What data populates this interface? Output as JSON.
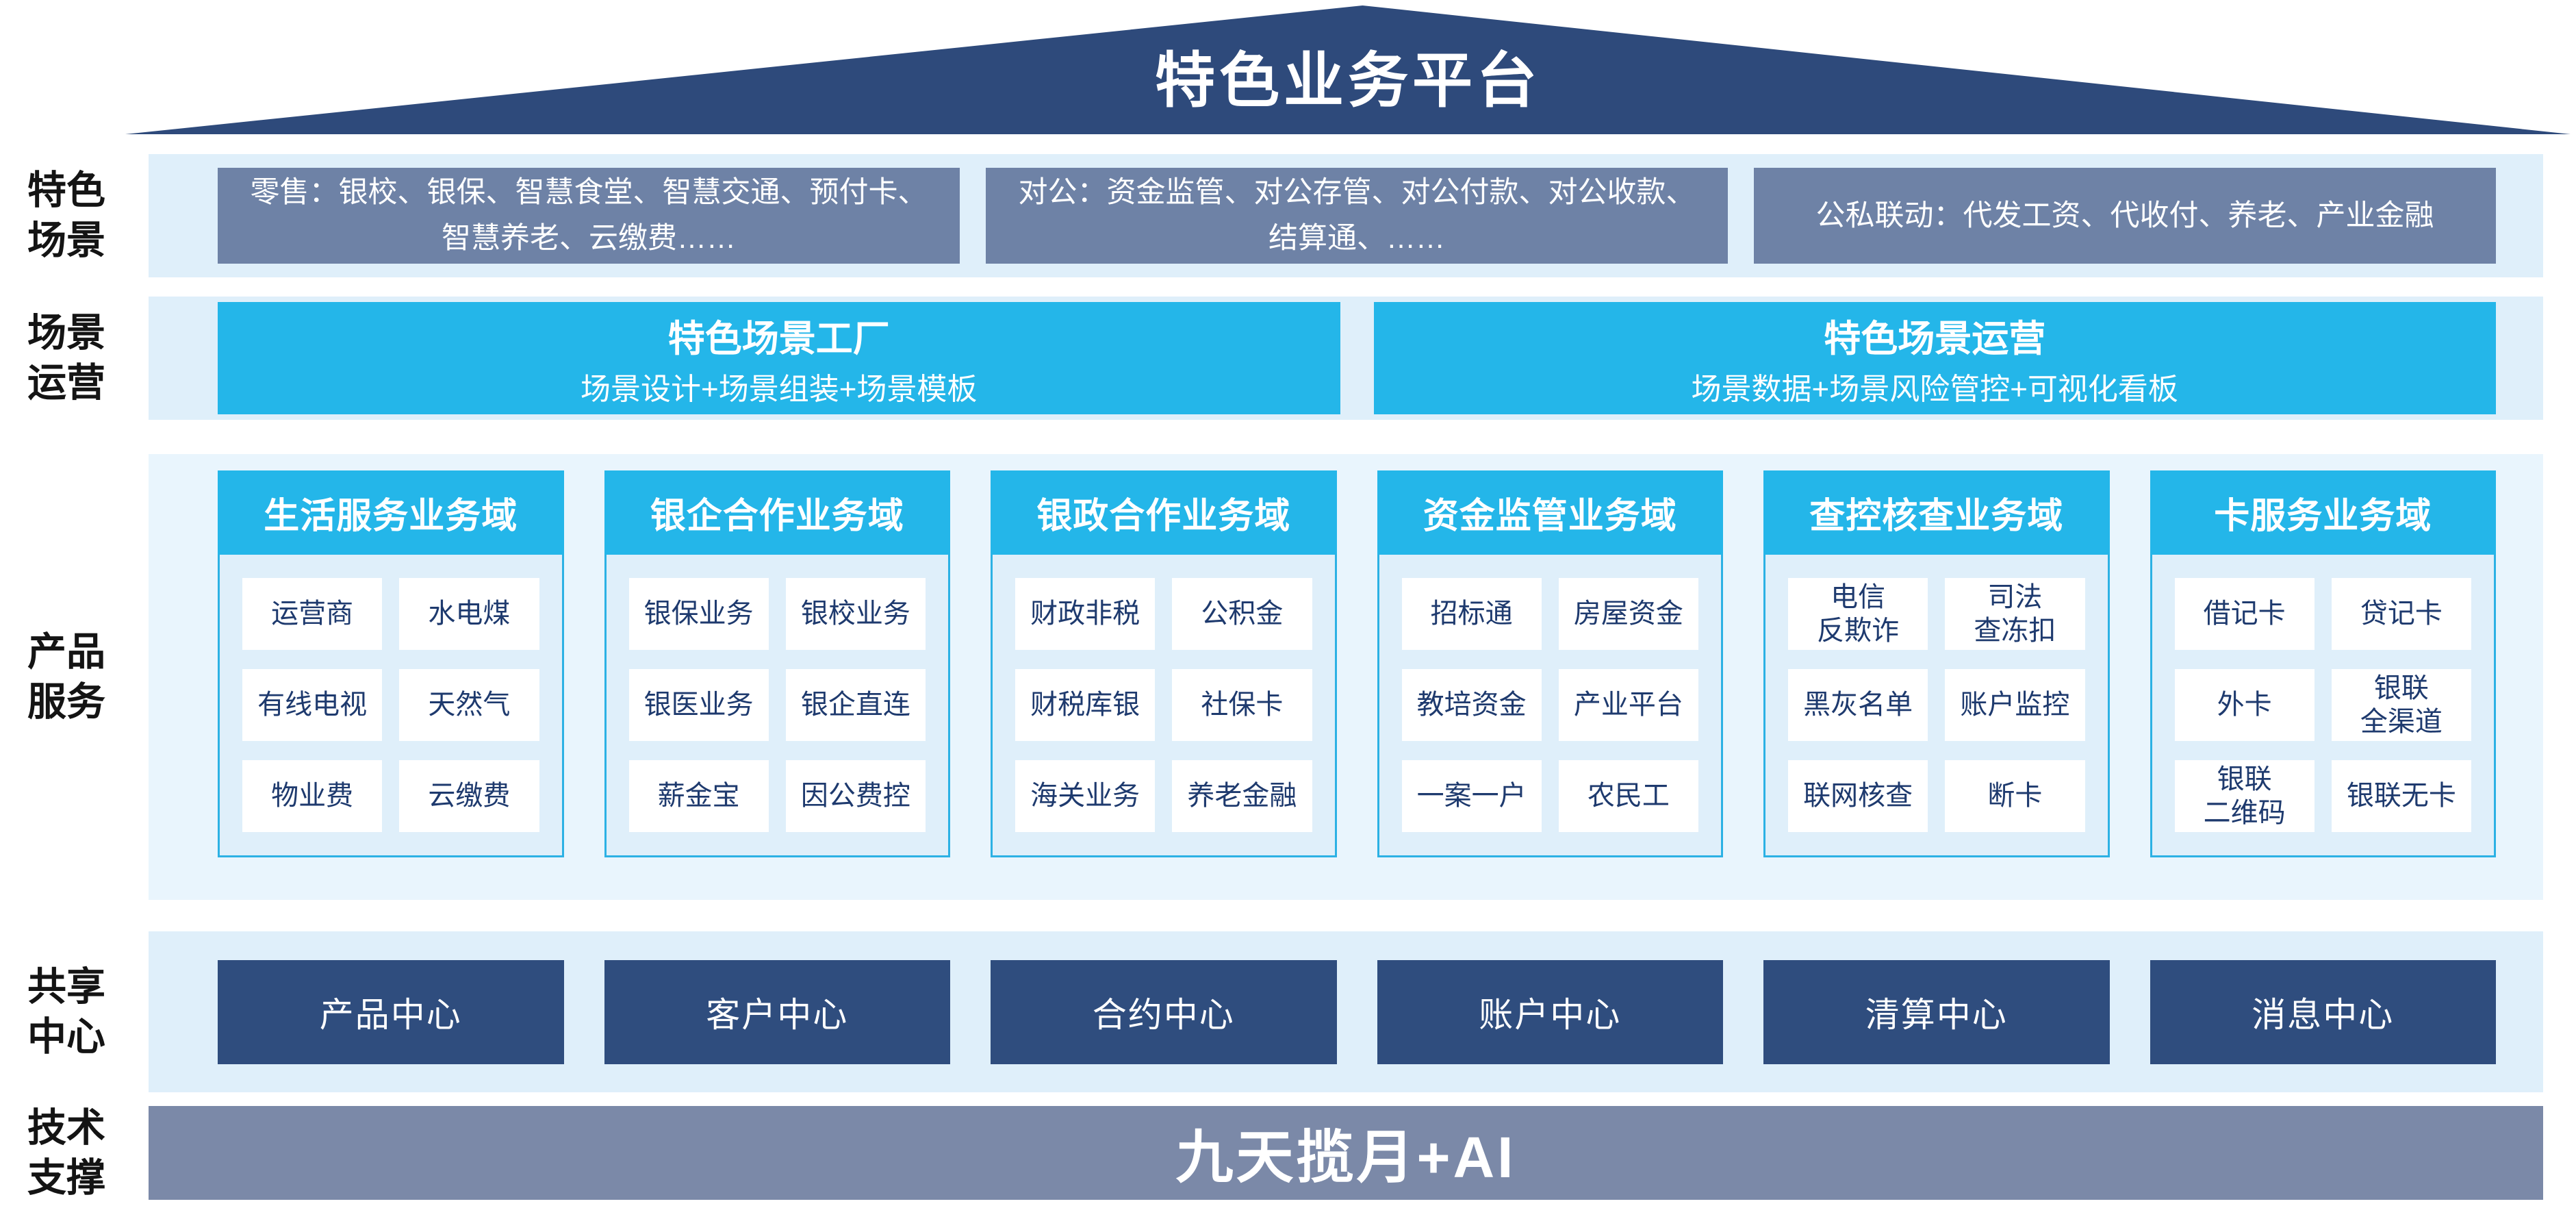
{
  "colors": {
    "roof_navy": "#2e4a7b",
    "accent_cyan": "#24b6e9",
    "scene_slate_blue": "#6e82a6",
    "center_navy": "#2f4d7e",
    "tech_bar_gray_blue": "#7b89a8",
    "band_light_blue": "#dfeffa",
    "products_band_light_blue": "#e9f5fd",
    "cell_text_navy": "#1e3a6e"
  },
  "platform": {
    "title": "特色业务平台"
  },
  "rows": {
    "scenes": {
      "label": "特色\n场景",
      "boxes": [
        "零售：银校、银保、智慧食堂、智慧交通、预付卡、智慧养老、云缴费……",
        "对公：资金监管、对公存管、对公付款、对公收款、结算通、……",
        "公私联动：代发工资、代收付、养老、产业金融"
      ]
    },
    "operation": {
      "label": "场景\n运营",
      "boxes": [
        {
          "title": "特色场景工厂",
          "subtitle": "场景设计+场景组装+场景模板"
        },
        {
          "title": "特色场景运营",
          "subtitle": "场景数据+场景风险管控+可视化看板"
        }
      ]
    },
    "products": {
      "label": "产品\n服务",
      "domains": [
        {
          "title": "生活服务业务域",
          "cells": [
            "运营商",
            "水电煤",
            "有线电视",
            "天然气",
            "物业费",
            "云缴费"
          ]
        },
        {
          "title": "银企合作业务域",
          "cells": [
            "银保业务",
            "银校业务",
            "银医业务",
            "银企直连",
            "薪金宝",
            "因公费控"
          ]
        },
        {
          "title": "银政合作业务域",
          "cells": [
            "财政非税",
            "公积金",
            "财税库银",
            "社保卡",
            "海关业务",
            "养老金融"
          ]
        },
        {
          "title": "资金监管业务域",
          "cells": [
            "招标通",
            "房屋资金",
            "教培资金",
            "产业平台",
            "一案一户",
            "农民工"
          ]
        },
        {
          "title": "查控核查业务域",
          "cells": [
            "电信\n反欺诈",
            "司法\n查冻扣",
            "黑灰名单",
            "账户监控",
            "联网核查",
            "断卡"
          ]
        },
        {
          "title": "卡服务业务域",
          "cells": [
            "借记卡",
            "贷记卡",
            "外卡",
            "银联\n全渠道",
            "银联\n二维码",
            "银联无卡"
          ]
        }
      ]
    },
    "centers": {
      "label": "共享\n中心",
      "boxes": [
        "产品中心",
        "客户中心",
        "合约中心",
        "账户中心",
        "清算中心",
        "消息中心"
      ]
    },
    "tech": {
      "label": "技术\n支撑",
      "banner": "九天揽月+AI"
    }
  }
}
